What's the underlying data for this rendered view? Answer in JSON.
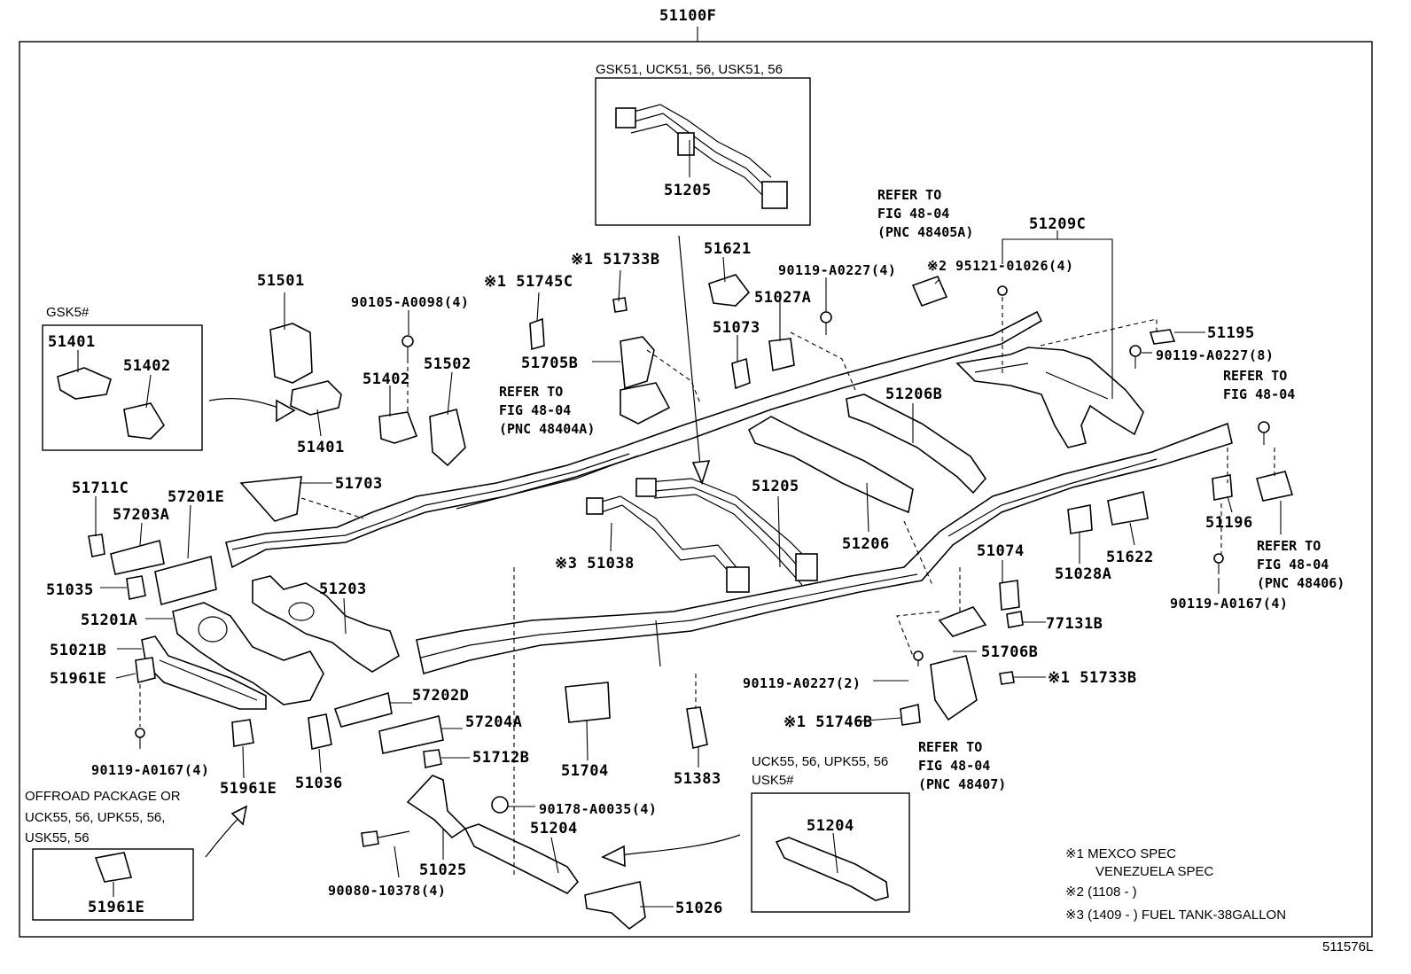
{
  "diagram": {
    "top_label": "51100F",
    "figure_code": "511576L",
    "labels": [
      {
        "id": "l51205top",
        "text": "51205"
      },
      {
        "id": "l51733B_a",
        "text": "※1 51733B"
      },
      {
        "id": "l51745C",
        "text": "※1 51745C"
      },
      {
        "id": "l51501",
        "text": "51501"
      },
      {
        "id": "l90105",
        "text": "90105-A0098(4)"
      },
      {
        "id": "l51401a",
        "text": "51401"
      },
      {
        "id": "l51402a",
        "text": "51402"
      },
      {
        "id": "l51401b",
        "text": "51401"
      },
      {
        "id": "l51402b",
        "text": "51402"
      },
      {
        "id": "l51502",
        "text": "51502"
      },
      {
        "id": "l51705B",
        "text": "51705B"
      },
      {
        "id": "l51621",
        "text": "51621"
      },
      {
        "id": "l90119_4a",
        "text": "90119-A0227(4)"
      },
      {
        "id": "l51027A",
        "text": "51027A"
      },
      {
        "id": "l51073",
        "text": "51073"
      },
      {
        "id": "l295121",
        "text": "※2 95121-01026(4)"
      },
      {
        "id": "l51209C",
        "text": "51209C"
      },
      {
        "id": "l51195",
        "text": "51195"
      },
      {
        "id": "l90119_8",
        "text": "90119-A0227(8)"
      },
      {
        "id": "l51206B",
        "text": "51206B"
      },
      {
        "id": "l51711C",
        "text": "51711C"
      },
      {
        "id": "l57201E",
        "text": "57201E"
      },
      {
        "id": "l57203A",
        "text": "57203A"
      },
      {
        "id": "l51703",
        "text": "51703"
      },
      {
        "id": "l51205mid",
        "text": "51205"
      },
      {
        "id": "l51206",
        "text": "51206"
      },
      {
        "id": "l51035",
        "text": "51035"
      },
      {
        "id": "l51203",
        "text": "51203"
      },
      {
        "id": "l51038",
        "text": "※3 51038"
      },
      {
        "id": "l51074",
        "text": "51074"
      },
      {
        "id": "l51028A",
        "text": "51028A"
      },
      {
        "id": "l51622",
        "text": "51622"
      },
      {
        "id": "l51196",
        "text": "51196"
      },
      {
        "id": "l51201A",
        "text": "51201A"
      },
      {
        "id": "l77131B",
        "text": "77131B"
      },
      {
        "id": "l90119_0167_4b",
        "text": "90119-A0167(4)"
      },
      {
        "id": "l51021B",
        "text": "51021B"
      },
      {
        "id": "l51706B",
        "text": "51706B"
      },
      {
        "id": "l51961E_a",
        "text": "51961E"
      },
      {
        "id": "l90119_2",
        "text": "90119-A0227(2)"
      },
      {
        "id": "l51733B_b",
        "text": "※1 51733B"
      },
      {
        "id": "l57202D",
        "text": "57202D"
      },
      {
        "id": "l57204A",
        "text": "57204A"
      },
      {
        "id": "l51746B",
        "text": "※1 51746B"
      },
      {
        "id": "l51712B",
        "text": "51712B"
      },
      {
        "id": "l51704",
        "text": "51704"
      },
      {
        "id": "l90119_0167_4a",
        "text": "90119-A0167(4)"
      },
      {
        "id": "l51383",
        "text": "51383"
      },
      {
        "id": "l51036",
        "text": "51036"
      },
      {
        "id": "l51961E_b",
        "text": "51961E"
      },
      {
        "id": "l90178",
        "text": "90178-A0035(4)"
      },
      {
        "id": "l51204a",
        "text": "51204"
      },
      {
        "id": "l51025",
        "text": "51025"
      },
      {
        "id": "l90080",
        "text": "90080-10378(4)"
      },
      {
        "id": "l51026",
        "text": "51026"
      },
      {
        "id": "l51204b",
        "text": "51204"
      },
      {
        "id": "l51961E_c",
        "text": "51961E"
      }
    ],
    "refs": [
      {
        "id": "r1",
        "text": "REFER TO\nFIG 48-04\n(PNC 48405A)"
      },
      {
        "id": "r2",
        "text": "REFER TO\nFIG 48-04\n(PNC 48404A)"
      },
      {
        "id": "r3",
        "text": "REFER TO\nFIG 48-04"
      },
      {
        "id": "r4",
        "text": "REFER TO\nFIG 48-04\n(PNC 48406)"
      },
      {
        "id": "r5",
        "text": "REFER TO\nFIG 48-04\n(PNC 48407)"
      }
    ],
    "boxes": {
      "gsk51_title": "GSK51, UCK51, 56, USK51, 56",
      "gsk5_title": "GSK5#",
      "uck55_title": "UCK55, 56, UPK55, 56",
      "usk5_title": "USK5#",
      "offroad_line1": "OFFROAD PACKAGE OR",
      "offroad_line2": "UCK55, 56, UPK55, 56,",
      "offroad_line3": "USK55, 56"
    },
    "notes": {
      "n1a": "※1 MEXCO SPEC",
      "n1b": "VENEZUELA SPEC",
      "n2": "※2 (1108 -      )",
      "n3": "※3 (1409 -      ) FUEL TANK-38GALLON"
    }
  }
}
